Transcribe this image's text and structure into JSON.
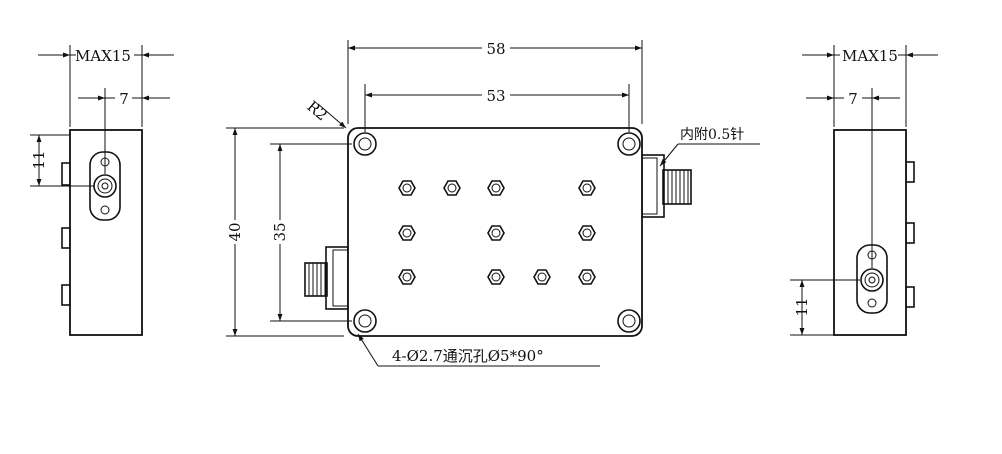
{
  "left_view": {
    "dim_width": "MAX15",
    "dim_offset": "7",
    "dim_height": "11"
  },
  "front_view": {
    "dim_total_width": "58",
    "dim_hole_spacing_x": "53",
    "dim_total_height": "40",
    "dim_hole_spacing_y": "35",
    "radius_label": "R2",
    "pin_note": "内附0.5针",
    "hole_note": "4-Ø2.7通沉孔Ø5*90°"
  },
  "right_view": {
    "dim_width": "MAX15",
    "dim_offset": "7",
    "dim_height": "11"
  }
}
